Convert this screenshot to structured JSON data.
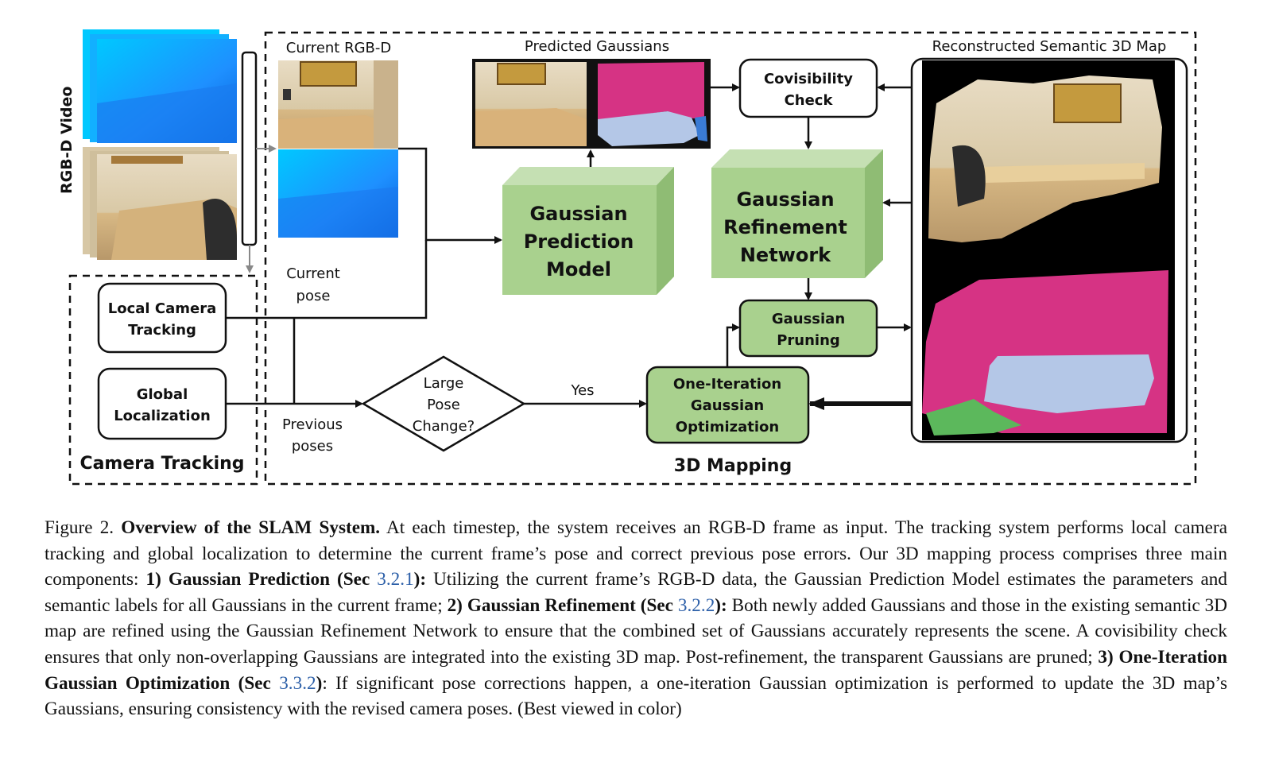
{
  "figure": {
    "video_label": "RGB-D Video",
    "current_rgbd_label": "Current RGB-D",
    "predicted_gaussians_label": "Predicted Gaussians",
    "reconstructed_map_label": "Reconstructed Semantic 3D Map",
    "current_pose_line1": "Current",
    "current_pose_line2": "pose",
    "previous_poses_line1": "Previous",
    "previous_poses_line2": "poses",
    "local_tracking_line1": "Local Camera",
    "local_tracking_line2": "Tracking",
    "global_loc_line1": "Global",
    "global_loc_line2": "Localization",
    "camera_tracking_label": "Camera Tracking",
    "mapping_label": "3D Mapping",
    "decision_line1": "Large",
    "decision_line2": "Pose",
    "decision_line3": "Change?",
    "yes_label": "Yes",
    "gpm_line1": "Gaussian",
    "gpm_line2": "Prediction",
    "gpm_line3": "Model",
    "grn_line1": "Gaussian",
    "grn_line2": "Refinement",
    "grn_line3": "Network",
    "covis_line1": "Covisibility",
    "covis_line2": "Check",
    "pruning_line1": "Gaussian",
    "pruning_line2": "Pruning",
    "oneiter_line1": "One-Iteration",
    "oneiter_line2": "Gaussian",
    "oneiter_line3": "Optimization",
    "colors": {
      "green_box": "#a9d18e",
      "green_top": "#c5e0b3",
      "green_side": "#8fbc74",
      "depth_blue": "#1e90ff",
      "semantic_magenta": "#d63384",
      "semantic_lightblue": "#b4c7e7",
      "semantic_green": "#5cb85c"
    }
  },
  "caption": {
    "figure_label": "Figure 2.",
    "title": "Overview of the SLAM System.",
    "t1": " At each timestep, the system receives an RGB-D frame as input. The tracking system performs local camera tracking and global localization to determine the current frame’s pose and correct previous pose errors.  Our 3D mapping process comprises three main components: ",
    "b1a": "1) Gaussian Prediction (Sec ",
    "ref1": "3.2.1",
    "b1b": "):",
    "t2": " Utilizing the current frame’s RGB-D data, the Gaussian Prediction Model estimates the parameters and semantic labels for all Gaussians in the current frame; ",
    "b2a": "2) Gaussian Refinement (Sec ",
    "ref2": "3.2.2",
    "b2b": "):",
    "t3": " Both newly added Gaussians and those in the existing semantic 3D map are refined using the Gaussian Refinement Network to ensure that the combined set of Gaussians accurately represents the scene.  A covisibility check ensures that only non-overlapping Gaussians are integrated into the existing 3D map.  Post-refinement, the transparent Gaussians are pruned; ",
    "b3a": "3) One-Iteration Gaussian Optimization",
    "b3b": "(Sec ",
    "ref3": "3.3.2",
    "b3c": ")",
    "t4": ": If significant pose corrections happen, a one-iteration Gaussian optimization is performed to update the 3D map’s Gaussians, ensuring consistency with the revised camera poses. (Best viewed in color)"
  }
}
